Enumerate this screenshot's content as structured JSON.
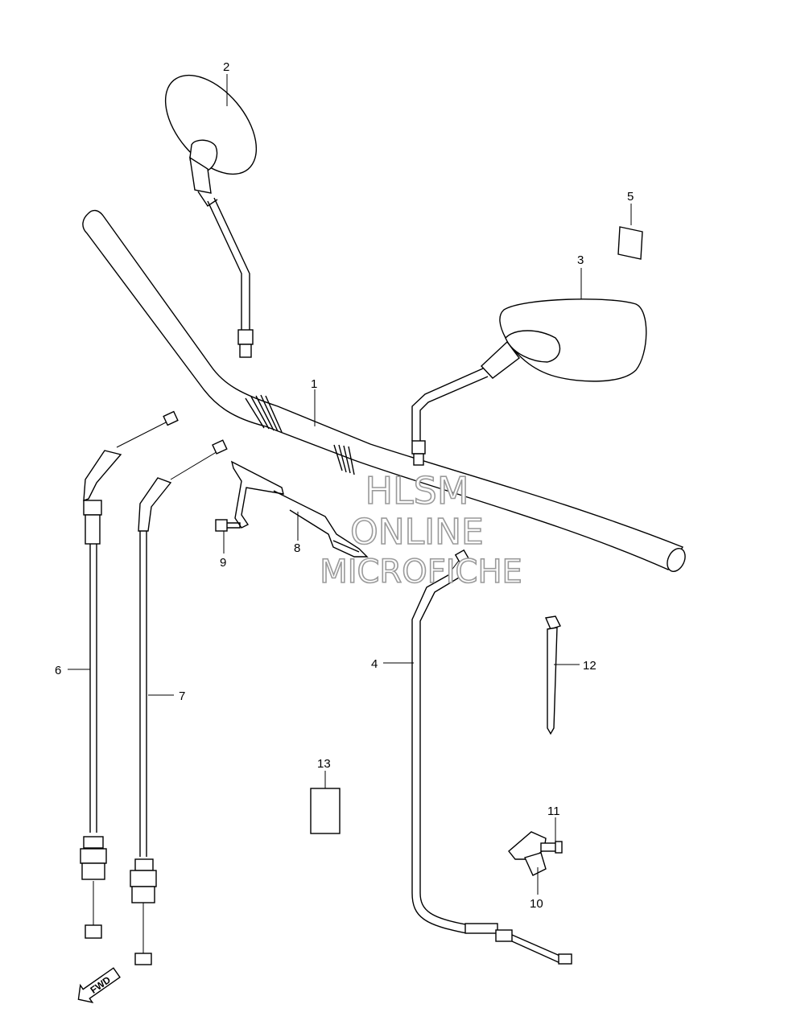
{
  "callouts": [
    {
      "id": "1",
      "text": "1"
    },
    {
      "id": "2",
      "text": "2"
    },
    {
      "id": "3",
      "text": "3"
    },
    {
      "id": "4",
      "text": "4"
    },
    {
      "id": "5",
      "text": "5"
    },
    {
      "id": "6",
      "text": "6"
    },
    {
      "id": "7",
      "text": "7"
    },
    {
      "id": "8",
      "text": "8"
    },
    {
      "id": "9",
      "text": "9"
    },
    {
      "id": "10",
      "text": "10"
    },
    {
      "id": "11",
      "text": "11"
    },
    {
      "id": "12",
      "text": "12"
    },
    {
      "id": "13",
      "text": "13"
    }
  ],
  "watermark": {
    "line1": "HLSM",
    "line2": "ONLINE",
    "line3": "MICROFICHE"
  },
  "direction_arrow": {
    "text": "FWD"
  }
}
